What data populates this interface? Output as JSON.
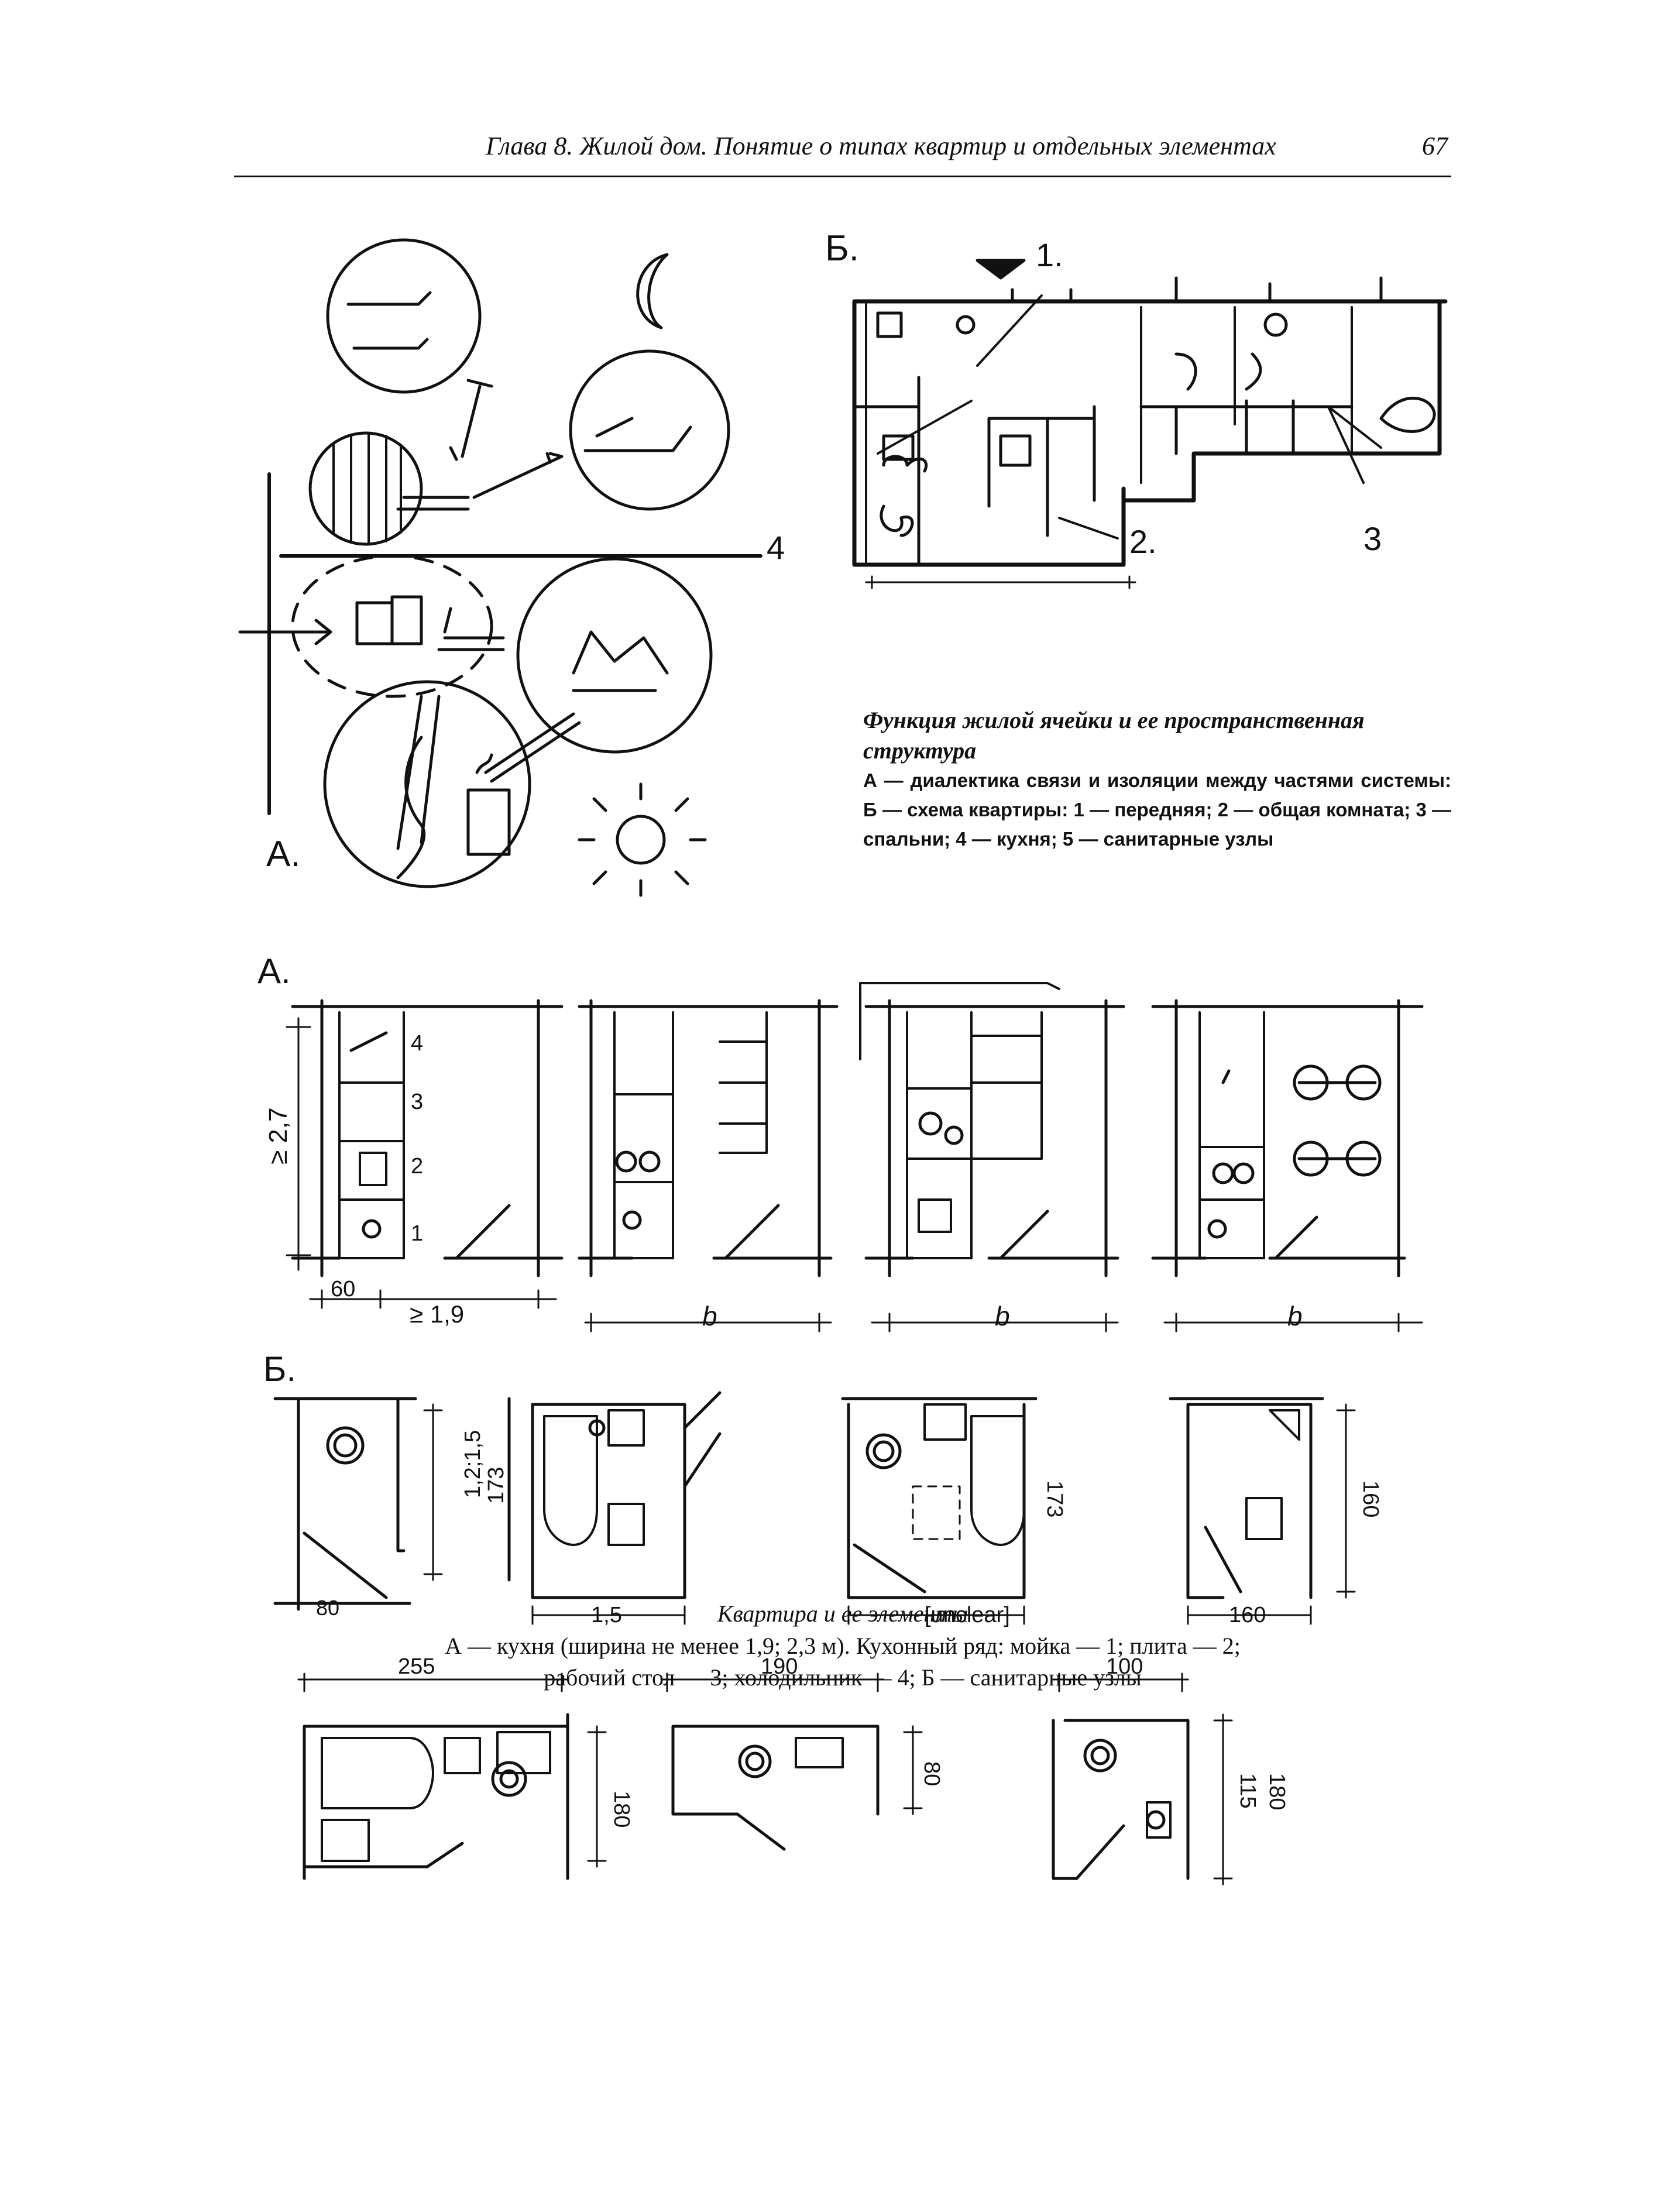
{
  "header": {
    "title": "Глава 8. Жилой дом. Понятие о типах квартир и отдельных элементах",
    "page_number": "67"
  },
  "figure1": {
    "label_a": "А.",
    "label_b": "Б.",
    "callouts": [
      "1.",
      "2.",
      "3",
      "4"
    ],
    "caption_title": "Функция жилой ячейки и ее пространственная структура",
    "caption_body": "А — диалектика связи и изоляции между частями системы: Б — схема квартиры: 1 — передняя; 2 — общая комната; 3 — спальни; 4 — кухня; 5 — санитарные узлы"
  },
  "figure2": {
    "label_a": "А.",
    "label_b": "Б.",
    "kitchen_labels": {
      "height": "≥ 2,7",
      "items": [
        "4",
        "3",
        "2",
        "1"
      ],
      "dims": [
        "60",
        "≥ 1,9",
        "b",
        "b",
        "b"
      ]
    },
    "sanitary_labels": {
      "row1_dims": [
        "80",
        "1,2;1,5",
        "173",
        "1,5",
        "[unclear]",
        "173",
        "160",
        "160"
      ],
      "row2_dims": [
        "255",
        "180",
        "190",
        "80",
        "100",
        "115",
        "180"
      ]
    },
    "caption_title": "Квартира и ее элементы",
    "caption_line1": "А — кухня (ширина не менее 1,9; 2,3 м). Кухонный ряд: мойка — 1; плита — 2;",
    "caption_line2": "рабочий стол — 3; холодильник — 4; Б — санитарные узлы"
  }
}
